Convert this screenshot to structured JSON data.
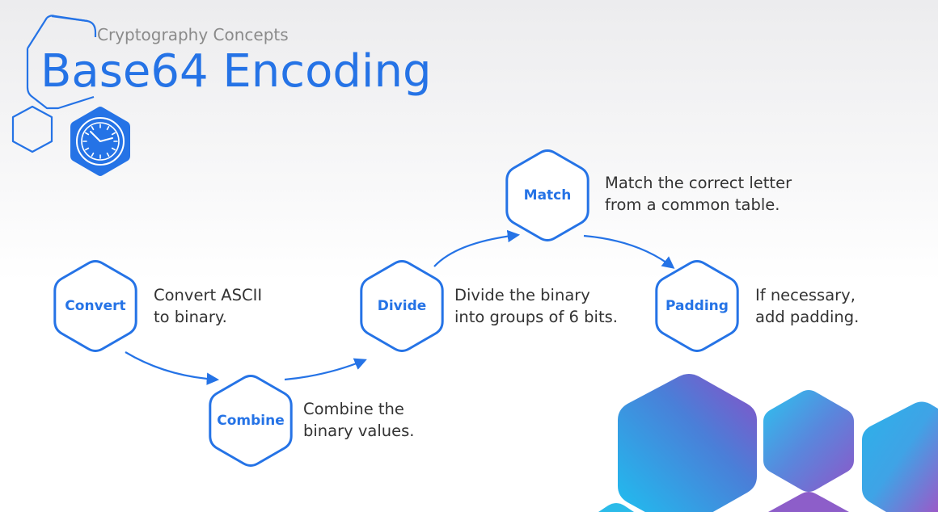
{
  "header": {
    "subtitle": "Cryptography Concepts",
    "title": "Base64 Encoding"
  },
  "icons": {
    "badge": "clock-icon"
  },
  "colors": {
    "accent": "#2573e6",
    "text": "#333333",
    "subtitle": "#8a8a8a"
  },
  "steps": [
    {
      "label": "Convert",
      "lines": [
        "Convert ASCII",
        "to binary."
      ]
    },
    {
      "label": "Combine",
      "lines": [
        "Combine the",
        "binary values."
      ]
    },
    {
      "label": "Divide",
      "lines": [
        "Divide the binary",
        "into groups of 6 bits."
      ]
    },
    {
      "label": "Match",
      "lines": [
        "Match the correct letter",
        "from a common table."
      ]
    },
    {
      "label": "Padding",
      "lines": [
        "If necessary,",
        "add padding."
      ]
    }
  ]
}
